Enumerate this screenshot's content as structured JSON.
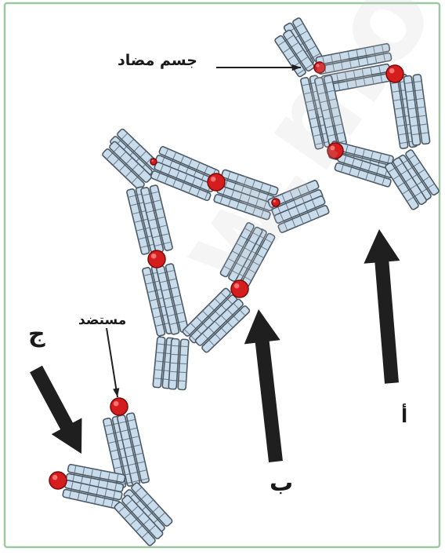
{
  "labels": {
    "antibody": "جسم مضاد",
    "antigen": "مستضد",
    "a": "أ",
    "b": "ب",
    "c": "ج"
  },
  "watermark": "w.mot",
  "colors": {
    "frame": "#9ec8a4",
    "antibody_fill": "#c9dcec",
    "antibody_stroke": "#4c5a66",
    "antigen": "#d61d1d",
    "arrow": "#1f1f1f"
  }
}
